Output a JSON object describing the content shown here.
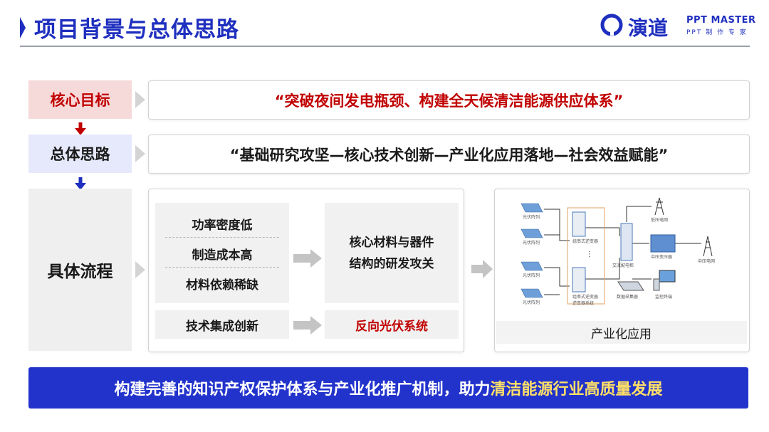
{
  "header": {
    "title": "项目背景与总体思路",
    "logo_cn": "演道",
    "logo_en": "PPT MASTER",
    "logo_sub": "PPT 制 作 专 家"
  },
  "rows": {
    "goal": {
      "label": "核心目标",
      "text": "“突破夜间发电瓶颈、构建全天候清洁能源供应体系”"
    },
    "idea": {
      "label": "总体思路",
      "text": "“基础研究攻坚—核心技术创新—产业化应用落地—社会效益赋能”"
    },
    "flow": {
      "label": "具体流程"
    }
  },
  "flow": {
    "issues": [
      "功率密度低",
      "制造成本高",
      "材料依赖稀缺"
    ],
    "research_line1": "核心材料与器件",
    "research_line2": "结构的研发攻关",
    "integration": "技术集成创新",
    "system": "反向光伏系统",
    "application_caption": "产业化应用"
  },
  "diagram": {
    "pv_array": "光伏阵列",
    "inverter": "组串式逆变器",
    "inverter2": "组串式逆变器",
    "combiner": "交流配电柜",
    "transformer": "中压变压器",
    "low_grid": "低压电网",
    "mid_grid": "中压电网",
    "data_collector": "数据采集器",
    "monitor": "监控终端",
    "bracket": "逆变器系统"
  },
  "banner": {
    "text_main": "构建完善的知识产权保护体系与产业化推广机制，助力",
    "text_highlight": "清洁能源行业高质量发展"
  },
  "colors": {
    "brand_blue": "#1f2fbf",
    "accent_red": "#c00000",
    "banner_bg": "#2233cc",
    "highlight_yellow": "#ffe066"
  }
}
